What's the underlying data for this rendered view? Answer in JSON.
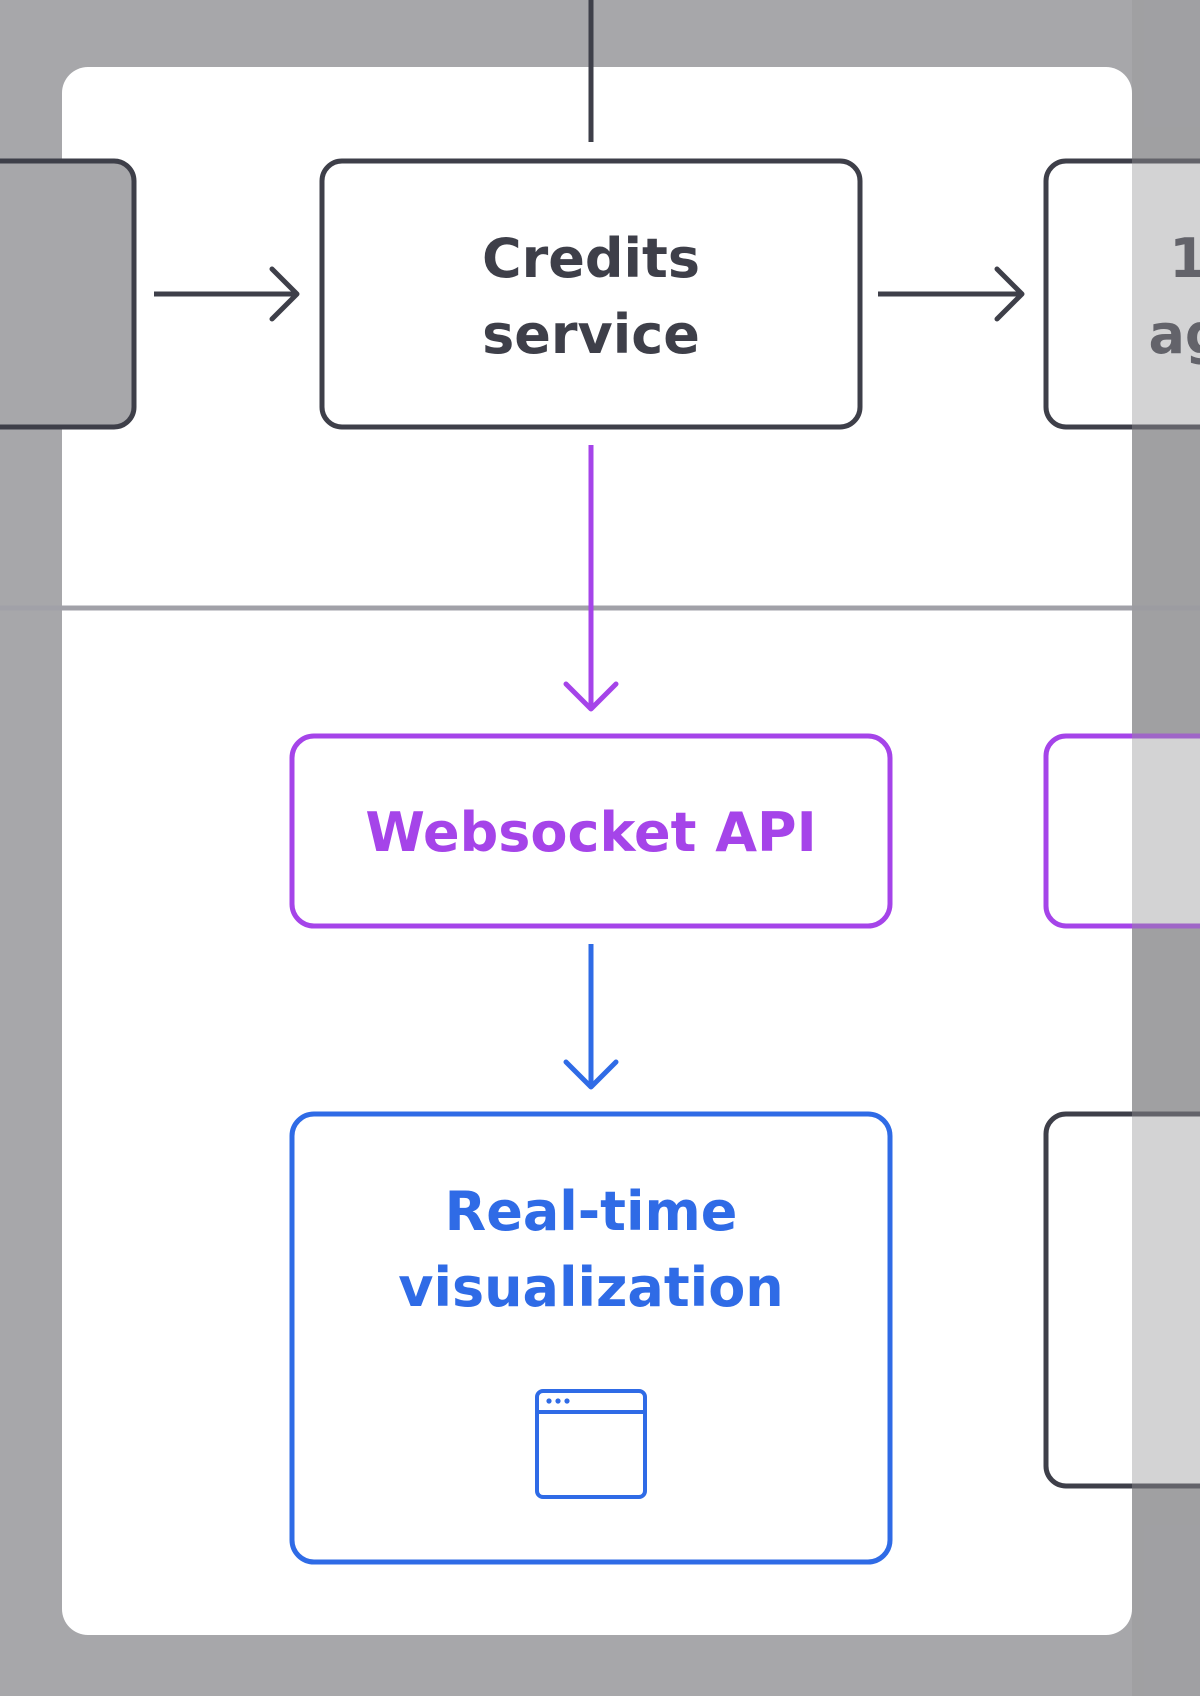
{
  "nodes": {
    "credits_line1": "Credits",
    "credits_line2": "service",
    "websocket": "Websocket API",
    "realtime_line1": "Real-time",
    "realtime_line2": "visualization",
    "right_top_partial_line1": "1",
    "right_top_partial_line2": "ag"
  },
  "icons": {
    "realtime": "browser-window-icon"
  },
  "colors": {
    "background": "#a7a7aa",
    "card": "#ffffff",
    "dark": "#3e3f49",
    "purple": "#a544e9",
    "blue": "#2f6be6",
    "divider": "#a1a1a8"
  }
}
